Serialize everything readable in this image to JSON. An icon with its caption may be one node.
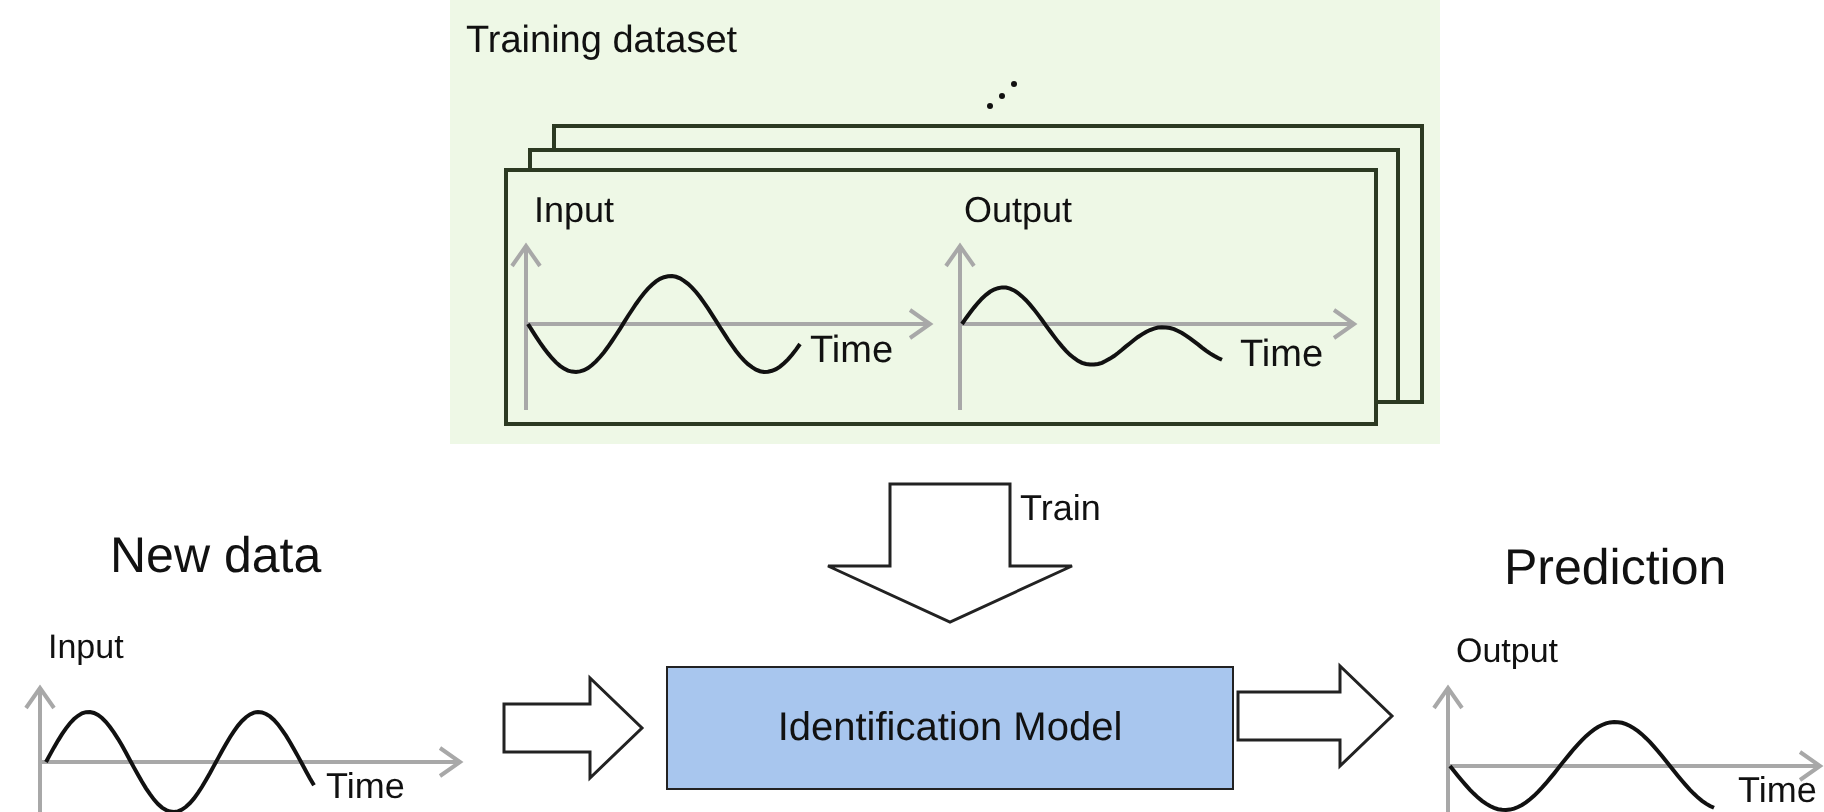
{
  "diagram": {
    "nodes": [
      {
        "text": [
          "Training dataset"
        ]
      },
      {
        "text": [
          "Input",
          "Time"
        ],
        "in": 0
      },
      {
        "text": [
          "Output",
          "Time"
        ],
        "in": 0
      },
      {
        "text": [
          "Input",
          "Time"
        ],
        "beside": [
          "New data"
        ]
      },
      {
        "text": [
          "Identification Model"
        ]
      },
      {
        "text": [
          "Output",
          "Time"
        ],
        "beside": [
          "Prediction"
        ]
      }
    ],
    "edges": [
      {
        "from": 0,
        "to": 4,
        "arrow": "to",
        "label": "Train"
      },
      {
        "from": 3,
        "to": 4,
        "arrow": "to"
      },
      {
        "from": 4,
        "to": 5,
        "arrow": "to"
      }
    ]
  }
}
